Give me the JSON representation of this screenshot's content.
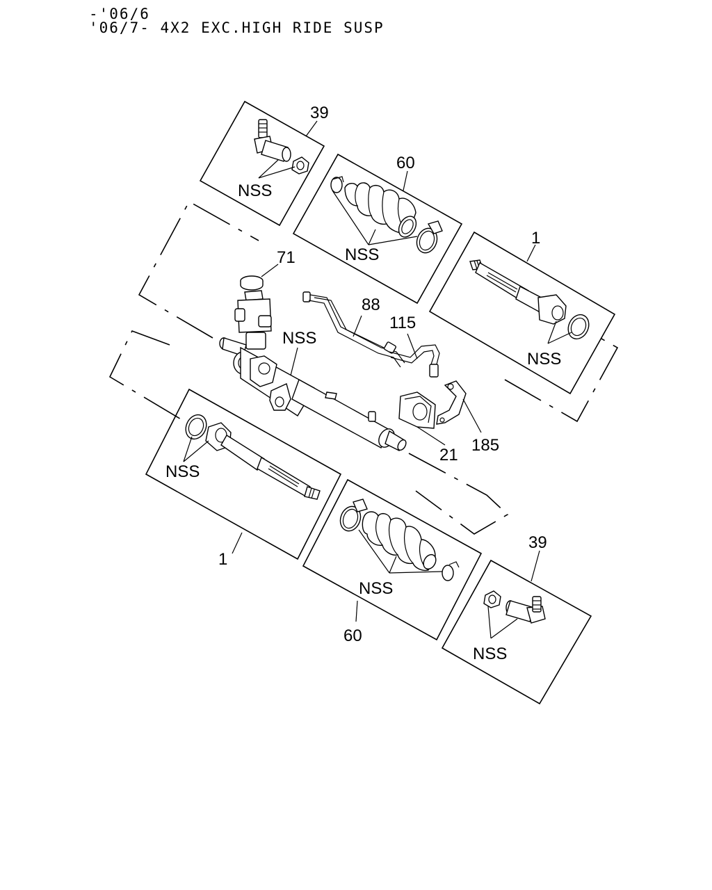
{
  "header": {
    "line1": "-'06/6",
    "line2": "'06/7- 4X2 EXC.HIGH RIDE SUSP"
  },
  "callouts": {
    "tie_rod_end_top": "39",
    "boot_kit_top": "60",
    "tie_rod_top": "1",
    "cap": "71",
    "pipe_a": "88",
    "pipe_b": "115",
    "gear_housing": "NSS",
    "bushing": "21",
    "bracket": "185",
    "tie_rod_bottom": "1",
    "boot_kit_bottom": "60",
    "tie_rod_end_bottom": "39"
  },
  "nss_labels": {
    "tie_rod_end_top": "NSS",
    "boot_top": "NSS",
    "tie_rod_top": "NSS",
    "tie_rod_bottom": "NSS",
    "boot_bottom": "NSS",
    "tie_rod_end_bottom": "NSS"
  }
}
